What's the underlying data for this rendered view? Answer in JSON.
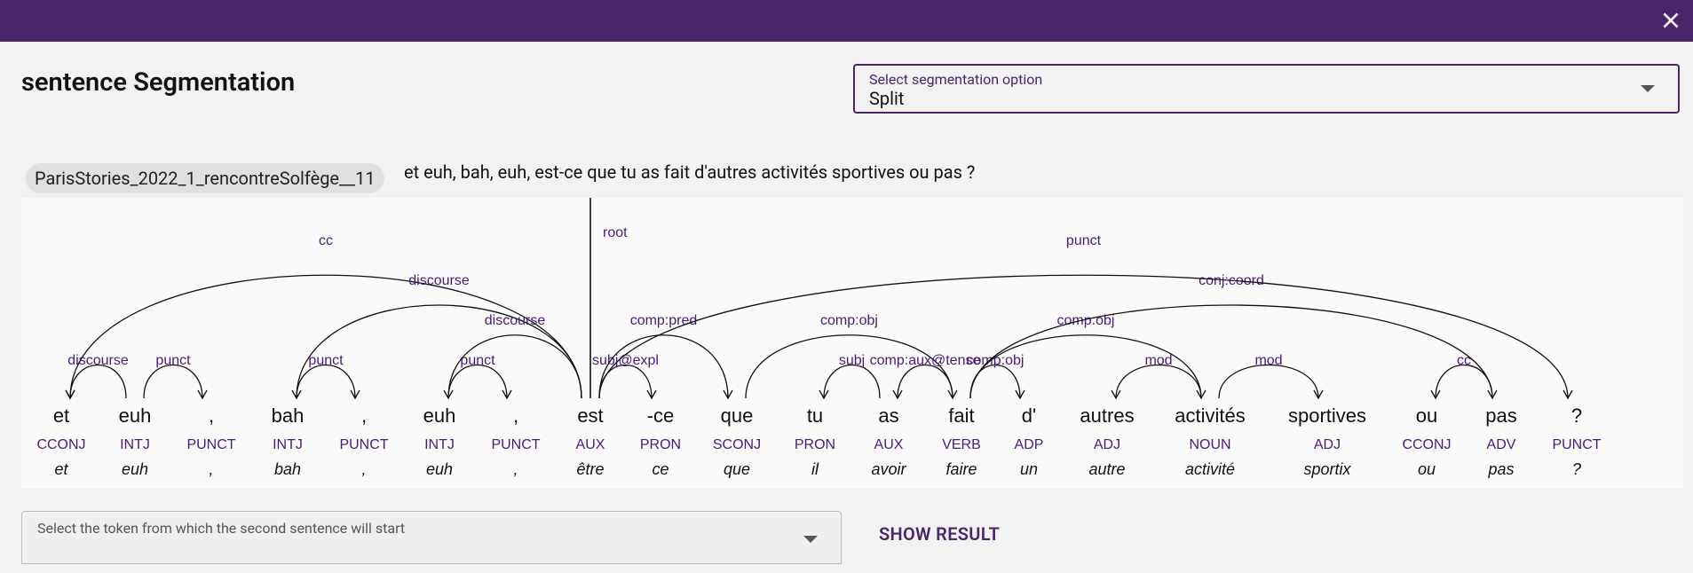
{
  "header": {
    "close_icon": "close-icon"
  },
  "page": {
    "title": "sentence Segmentation"
  },
  "segmentation_select": {
    "label": "Select segmentation option",
    "value": "Split"
  },
  "sentence": {
    "id": "ParisStories_2022_1_rencontreSolfège__11",
    "text": "et euh, bah, euh, est-ce que tu as fait d'autres activités sportives ou pas ?"
  },
  "tokens": [
    {
      "form": "et",
      "upos": "CCONJ",
      "lemma": "et"
    },
    {
      "form": "euh",
      "upos": "INTJ",
      "lemma": "euh"
    },
    {
      "form": ",",
      "upos": "PUNCT",
      "lemma": ","
    },
    {
      "form": "bah",
      "upos": "INTJ",
      "lemma": "bah"
    },
    {
      "form": ",",
      "upos": "PUNCT",
      "lemma": ","
    },
    {
      "form": "euh",
      "upos": "INTJ",
      "lemma": "euh"
    },
    {
      "form": ",",
      "upos": "PUNCT",
      "lemma": ","
    },
    {
      "form": "est",
      "upos": "AUX",
      "lemma": "être"
    },
    {
      "form": "-ce",
      "upos": "PRON",
      "lemma": "ce"
    },
    {
      "form": "que",
      "upos": "SCONJ",
      "lemma": "que"
    },
    {
      "form": "tu",
      "upos": "PRON",
      "lemma": "il"
    },
    {
      "form": "as",
      "upos": "AUX",
      "lemma": "avoir"
    },
    {
      "form": "fait",
      "upos": "VERB",
      "lemma": "faire"
    },
    {
      "form": "d'",
      "upos": "ADP",
      "lemma": "un"
    },
    {
      "form": "autres",
      "upos": "ADJ",
      "lemma": "autre"
    },
    {
      "form": "activités",
      "upos": "NOUN",
      "lemma": "activité"
    },
    {
      "form": "sportives",
      "upos": "ADJ",
      "lemma": "sportix"
    },
    {
      "form": "ou",
      "upos": "CCONJ",
      "lemma": "ou"
    },
    {
      "form": "pas",
      "upos": "ADV",
      "lemma": "pas"
    },
    {
      "form": "?",
      "upos": "PUNCT",
      "lemma": "?"
    }
  ],
  "root": {
    "label": "root",
    "token": 7
  },
  "relations": [
    {
      "label": "discourse",
      "head": 1,
      "dep": 0
    },
    {
      "label": "punct",
      "head": 1,
      "dep": 2
    },
    {
      "label": "punct",
      "head": 3,
      "dep": 4
    },
    {
      "label": "punct",
      "head": 5,
      "dep": 6
    },
    {
      "label": "cc",
      "head": 7,
      "dep": 0
    },
    {
      "label": "discourse",
      "head": 7,
      "dep": 3
    },
    {
      "label": "discourse",
      "head": 7,
      "dep": 5
    },
    {
      "label": "subj@expl",
      "head": 7,
      "dep": 8
    },
    {
      "label": "comp:pred",
      "head": 7,
      "dep": 9
    },
    {
      "label": "comp:obj",
      "head": 9,
      "dep": 12
    },
    {
      "label": "subj",
      "head": 11,
      "dep": 10
    },
    {
      "label": "comp:aux@tense",
      "head": 12,
      "dep": 11
    },
    {
      "label": "comp:obj",
      "head": 12,
      "dep": 13
    },
    {
      "label": "comp:obj",
      "head": 12,
      "dep": 15
    },
    {
      "label": "mod",
      "head": 15,
      "dep": 14
    },
    {
      "label": "mod",
      "head": 15,
      "dep": 16
    },
    {
      "label": "conj:coord",
      "head": 12,
      "dep": 18
    },
    {
      "label": "cc",
      "head": 18,
      "dep": 17
    },
    {
      "label": "punct",
      "head": 7,
      "dep": 19
    }
  ],
  "bottom_select": {
    "label": "Select the token from which the second sentence will start",
    "value": ""
  },
  "actions": {
    "show_result": "SHOW RESULT"
  },
  "colors": {
    "topbar": "#4a2569",
    "accent": "#4a2569",
    "relation_label": "#4a1a7a"
  }
}
